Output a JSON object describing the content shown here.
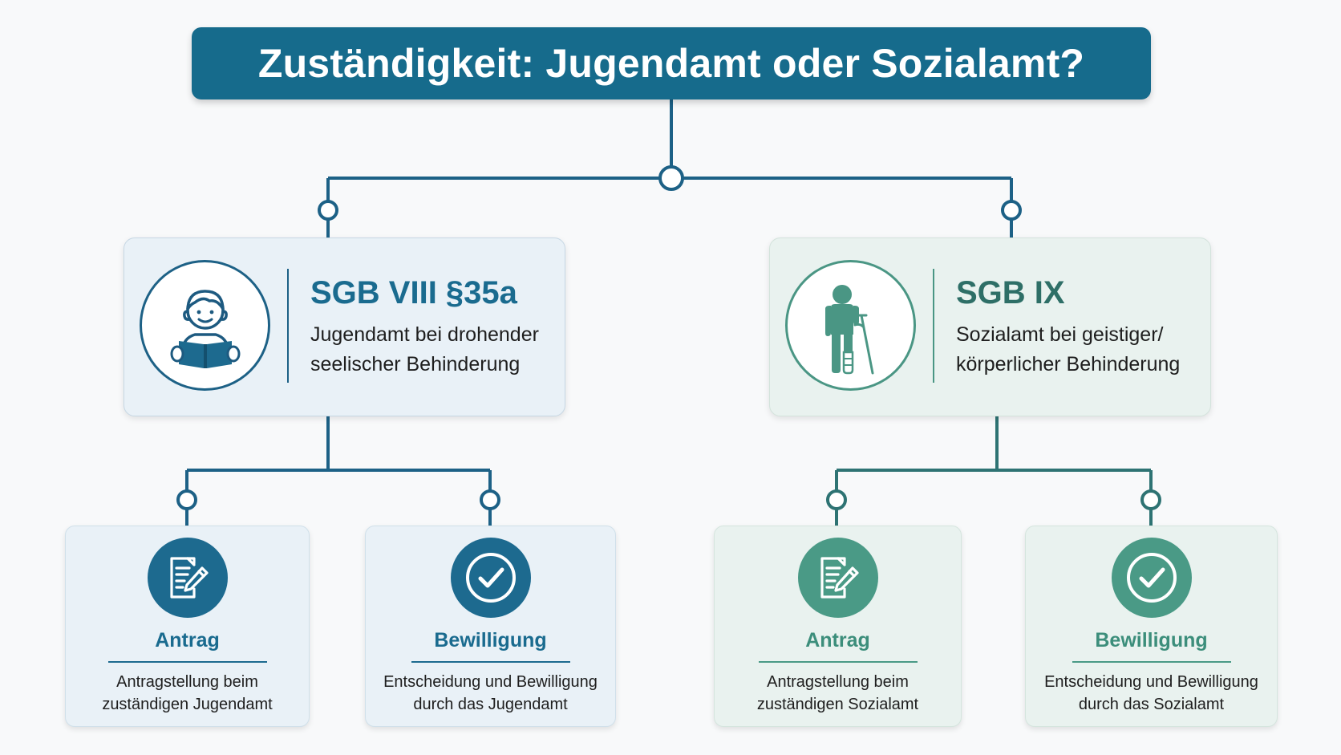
{
  "title": "Zuständigkeit: Jugendamt oder Sozialamt?",
  "colors": {
    "primary_blue": "#166b8c",
    "accent_green": "#4a9a86",
    "connector_blue": "#1d6186",
    "connector_green": "#2e7373",
    "background": "#f8f9fa"
  },
  "branches": [
    {
      "theme": "blue",
      "icon": "child-reading-book-icon",
      "heading": "SGB VIII §35a",
      "lines": [
        "Jugendamt bei drohender",
        "seelischer Behinderung"
      ],
      "steps": [
        {
          "icon": "document-edit-icon",
          "heading": "Antrag",
          "lines": [
            "Antragstellung beim",
            "zuständigen Jugendamt"
          ]
        },
        {
          "icon": "checkmark-circle-icon",
          "heading": "Bewilligung",
          "lines": [
            "Entscheidung und Bewilligung",
            "durch das Jugendamt"
          ]
        }
      ]
    },
    {
      "theme": "green",
      "icon": "person-with-crutch-icon",
      "heading": "SGB IX",
      "lines": [
        "Sozialamt bei geistiger/",
        "körperlicher Behinderung"
      ],
      "steps": [
        {
          "icon": "document-edit-icon",
          "heading": "Antrag",
          "lines": [
            "Antragstellung beim",
            "zuständigen Sozialamt"
          ]
        },
        {
          "icon": "checkmark-circle-icon",
          "heading": "Bewilligung",
          "lines": [
            "Entscheidung und Bewilligung",
            "durch das Sozialamt"
          ]
        }
      ]
    }
  ]
}
